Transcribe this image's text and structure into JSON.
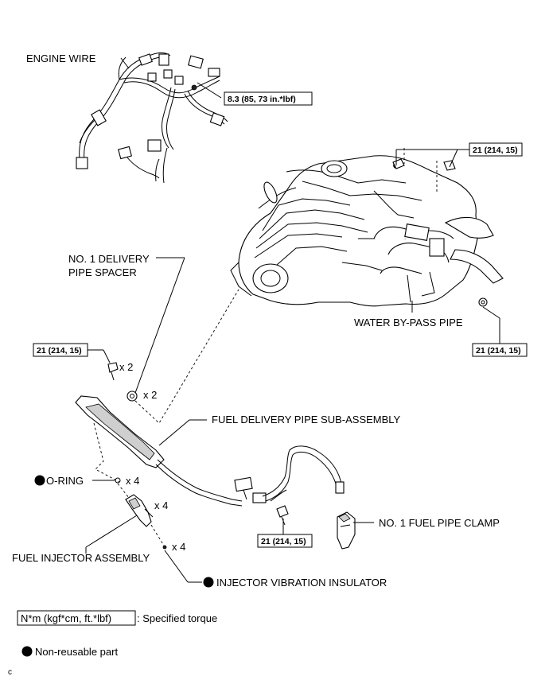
{
  "labels": {
    "engine_wire": "ENGINE WIRE",
    "no1_delivery_pipe_spacer_1": "NO. 1 DELIVERY",
    "no1_delivery_pipe_spacer_2": "PIPE SPACER",
    "water_bypass_pipe": "WATER BY-PASS PIPE",
    "fuel_delivery_pipe": "FUEL DELIVERY PIPE SUB-ASSEMBLY",
    "o_ring": "O-RING",
    "fuel_injector": "FUEL INJECTOR ASSEMBLY",
    "injector_vibration_insulator": "INJECTOR VIBRATION INSULATOR",
    "no1_fuel_pipe_clamp": "NO. 1 FUEL PIPE CLAMP"
  },
  "torques": {
    "engine_wire_bolt": "8.3 (85, 73 in.*lbf)",
    "upper_bolts": "21 (214, 15)",
    "water_pipe_nut": "21 (214, 15)",
    "delivery_pipe_bolts": "21 (214, 15)",
    "pipe_bolt": "21 (214, 15)"
  },
  "quantities": {
    "delivery_bolts": "x 2",
    "spacers": "x 2",
    "o_rings": "x 4",
    "injectors": "x 4",
    "insulators": "x 4"
  },
  "legend": {
    "torque_unit": "N*m (kgf*cm, ft.*lbf)",
    "torque_desc": ": Specified torque",
    "non_reusable": "Non-reusable part"
  },
  "corner_mark": "c",
  "colors": {
    "ink": "#000000",
    "background": "#ffffff",
    "shading": "#cfcfcf"
  }
}
